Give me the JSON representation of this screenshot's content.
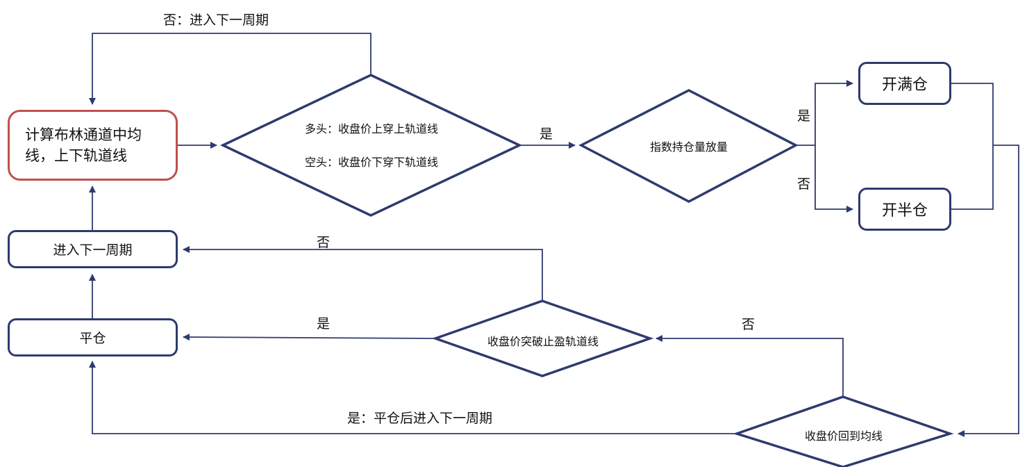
{
  "colors": {
    "line": "#2e3a6e",
    "start_border": "#c0504d",
    "background": "#ffffff"
  },
  "nodes": {
    "calc_bollinger": "计算布林通道中均线，上下轨道线",
    "next_period": "进入下一周期",
    "close_position": "平仓",
    "open_full": "开满仓",
    "open_half": "开半仓"
  },
  "decisions": {
    "breakout": {
      "line1": "多头：收盘价上穿上轨道线",
      "line2": "空头：收盘价下穿下轨道线"
    },
    "open_interest": "指数持仓量放量",
    "profit_rail": "收盘价突破止盈轨道线",
    "return_mid": "收盘价回到均线"
  },
  "edge_labels": {
    "top_loop": "否：进入下一周期",
    "breakout_yes": "是",
    "oi_yes": "是",
    "oi_no": "否",
    "profit_no": "否",
    "profit_yes": "是",
    "return_no": "否",
    "return_yes": "是：平仓后进入下一周期"
  }
}
